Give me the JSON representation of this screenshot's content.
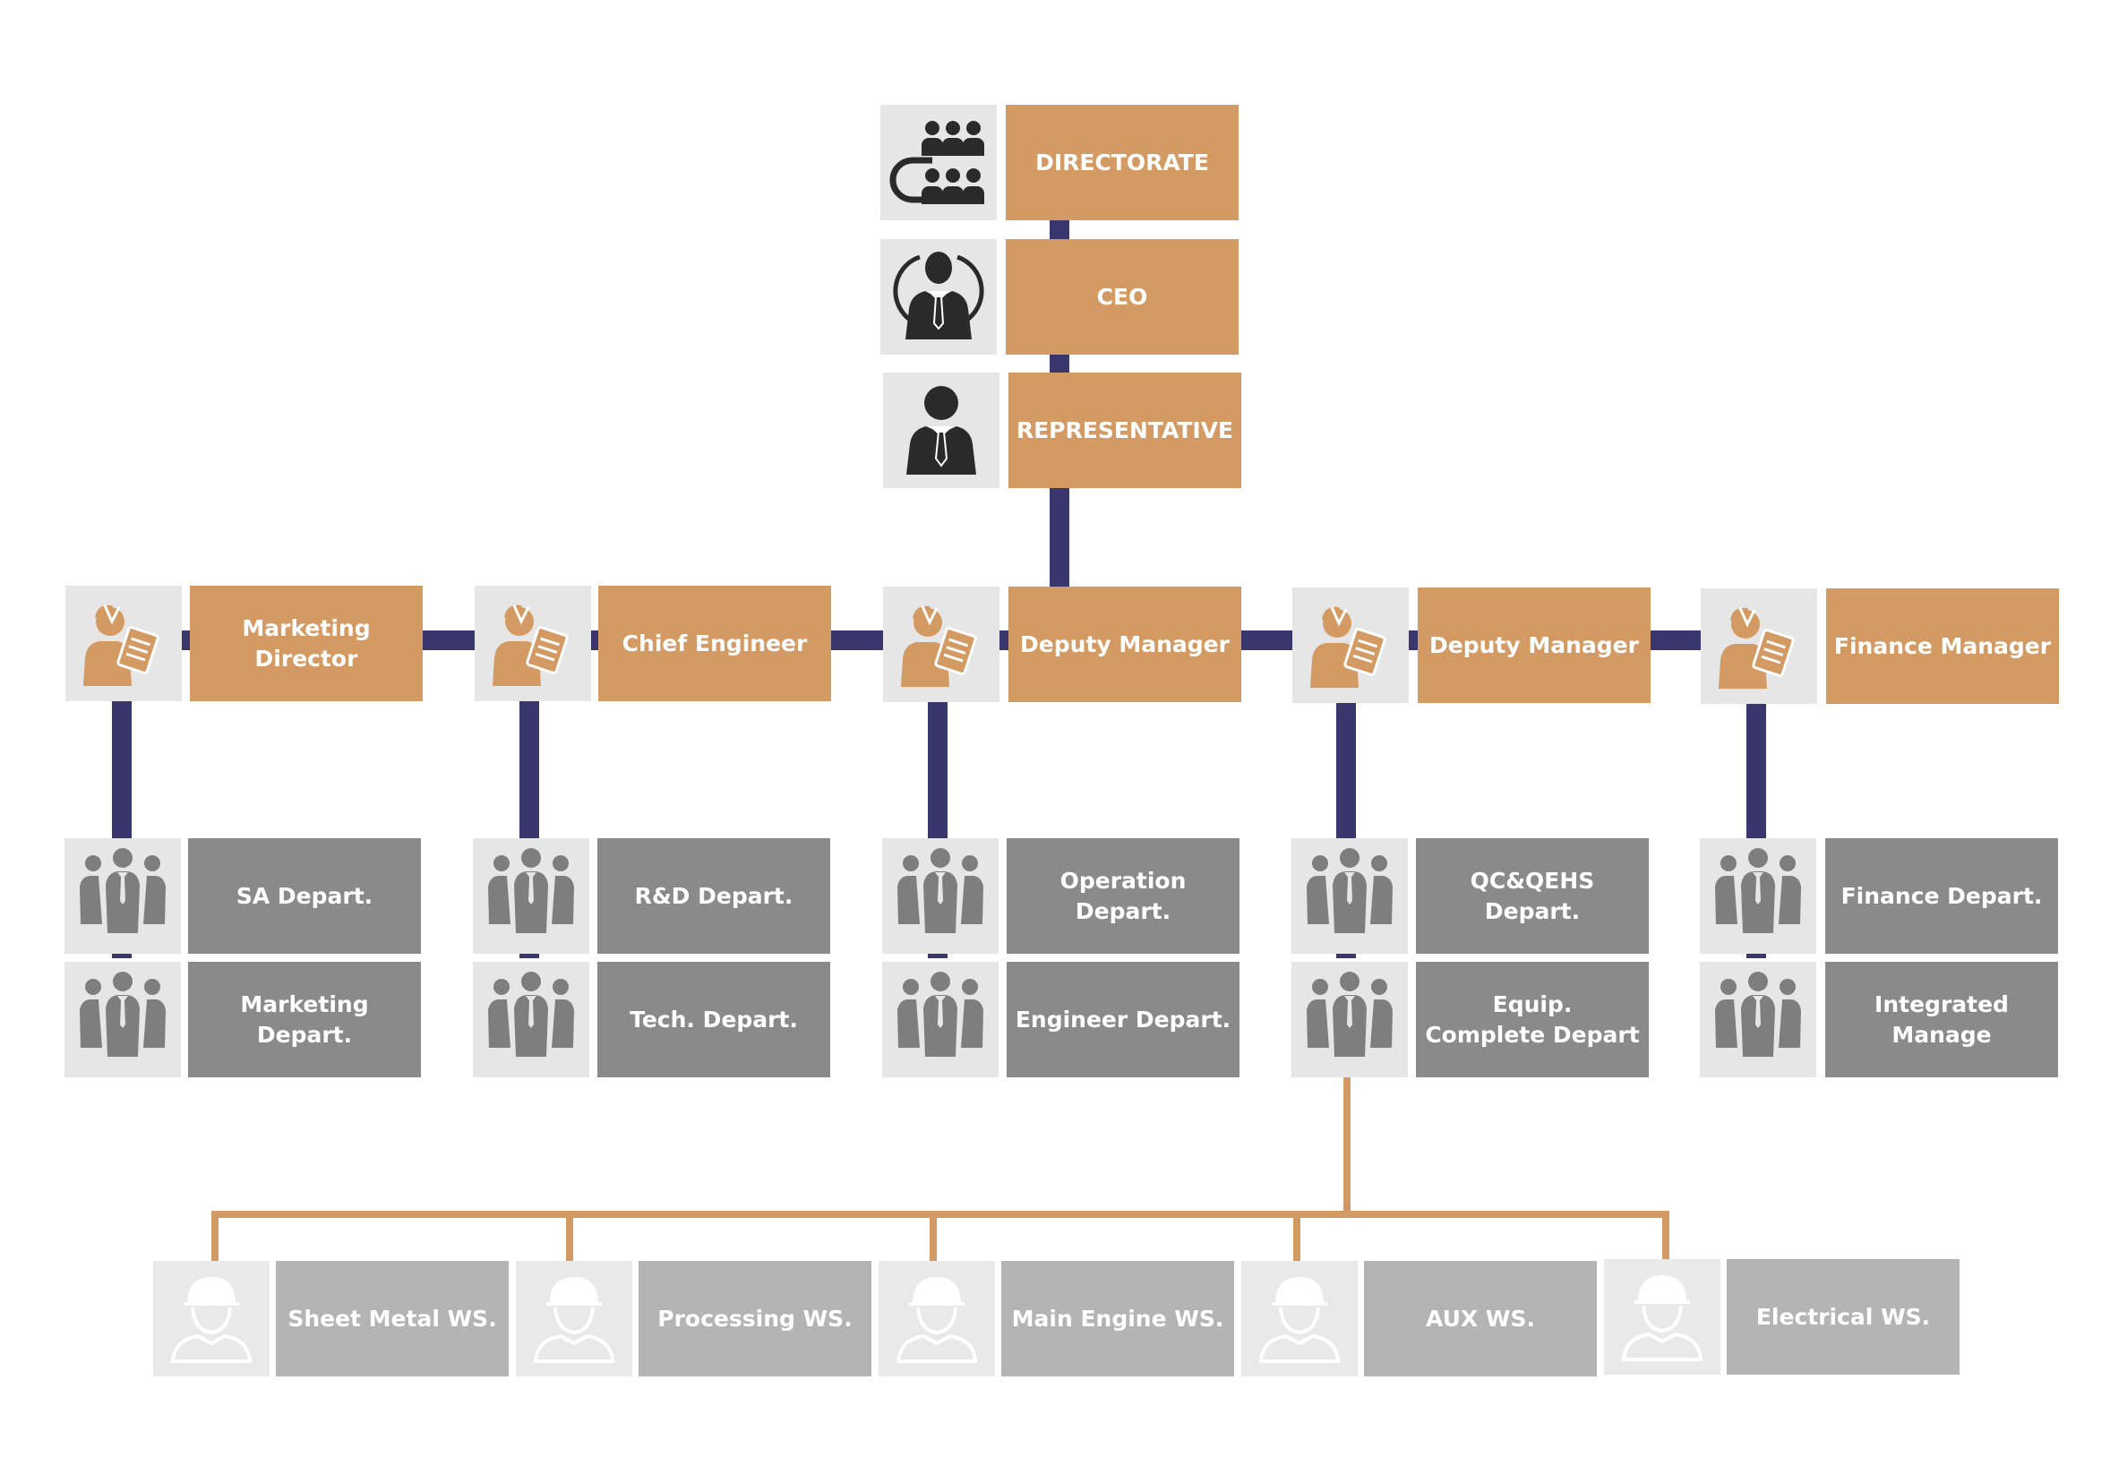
{
  "top": [
    {
      "label": "DIRECTORATE",
      "icon": "board-meeting-icon"
    },
    {
      "label": "CEO",
      "icon": "executive-icon"
    },
    {
      "label": "REPRESENTATIVE",
      "icon": "businessman-icon"
    }
  ],
  "managers": [
    {
      "label": "Marketing Director",
      "icon": "manager-clipboard-icon"
    },
    {
      "label": "Chief Engineer",
      "icon": "manager-clipboard-icon"
    },
    {
      "label": "Deputy Manager",
      "icon": "manager-clipboard-icon"
    },
    {
      "label": "Deputy Manager",
      "icon": "manager-clipboard-icon"
    },
    {
      "label": "Finance Manager",
      "icon": "manager-clipboard-icon"
    }
  ],
  "departments": [
    [
      "SA Depart.",
      "Marketing Depart."
    ],
    [
      "R&D Depart.",
      "Tech. Depart."
    ],
    [
      "Operation Depart.",
      "Engineer Depart."
    ],
    [
      "QC&QEHS Depart.",
      "Equip.\nComplete Depart"
    ],
    [
      "Finance Depart.",
      "Integrated Manage"
    ]
  ],
  "workshops": [
    {
      "label": "Sheet Metal WS.",
      "icon": "hard-hat-worker-icon"
    },
    {
      "label": "Processing WS.",
      "icon": "hard-hat-worker-icon"
    },
    {
      "label": "Main Engine WS.",
      "icon": "hard-hat-worker-icon"
    },
    {
      "label": "AUX WS.",
      "icon": "hard-hat-worker-icon"
    },
    {
      "label": "Electrical WS.",
      "icon": "hard-hat-worker-icon"
    }
  ],
  "colors": {
    "orange": "#d49a63",
    "navy": "#3a366e",
    "dark_gray": "#8a8a8a",
    "light_gray": "#b4b4b4",
    "icon_bg": "#e6e6e6",
    "icon_dark": "#2a2a2a",
    "icon_gray": "#7e7e7e"
  }
}
